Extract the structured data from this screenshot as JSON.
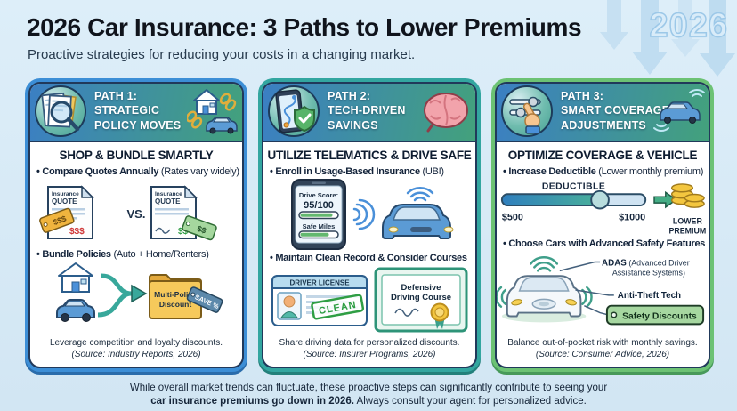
{
  "header": {
    "title": "2026 Car Insurance: 3 Paths to Lower Premiums",
    "subtitle": "Proactive strategies for reducing your costs in a changing market.",
    "watermark": "2026"
  },
  "colors": {
    "background": "#d8eaf6",
    "card1_border": "#3c8ed6",
    "card2_border": "#33a6a0",
    "card3_border": "#6cc274",
    "band_gradient_start": "#3b7fc3",
    "band_gradient_end": "#43a17c",
    "dark_outline": "#21395a"
  },
  "cards": [
    {
      "path_title": "PATH 1:\nSTRATEGIC\nPOLICY MOVES",
      "heading": "SHOP & BUNDLE SMARTLY",
      "bullets": [
        {
          "bold": "Compare Quotes Annually",
          "rest": " (Rates vary widely)"
        },
        {
          "bold": "Bundle Policies",
          "rest": " (Auto + Home/Renters)"
        }
      ],
      "caption": "Leverage competition and loyalty discounts.",
      "source": "(Source: Industry Reports, 2026)"
    },
    {
      "path_title": "PATH 2:\nTECH-DRIVEN\nSAVINGS",
      "heading": "UTILIZE TELEMATICS & DRIVE SAFE",
      "bullets": [
        {
          "bold": "Enroll in Usage-Based Insurance",
          "rest": " (UBI)"
        },
        {
          "bold": "Maintain Clean Record & Consider Courses",
          "rest": ""
        }
      ],
      "caption": "Share driving data for personalized discounts.",
      "source": "(Source: Insurer Programs, 2026)"
    },
    {
      "path_title": "PATH 3:\nSMART COVERAGE\nADJUSTMENTS",
      "heading": "OPTIMIZE COVERAGE & VEHICLE",
      "bullets": [
        {
          "bold": "Increase Deductible",
          "rest": " (Lower monthly premium)"
        },
        {
          "bold": "Choose Cars with Advanced Safety Features",
          "rest": ""
        }
      ],
      "caption": "Balance out-of-pocket risk with monthly savings.",
      "source": "(Source: Consumer Advice, 2026)"
    }
  ],
  "illus": {
    "quotes": {
      "label_line1": "Insurance",
      "label_line2": "QUOTE",
      "left_tag": "$$$",
      "left_price": "$$$",
      "vs": "VS.",
      "right_tag": "$$",
      "right_price": "$$"
    },
    "bundle": {
      "folder_line1": "Multi-Policy",
      "folder_line2": "Discount",
      "tag": "SAVE %"
    },
    "telematics": {
      "score_label": "Drive Score:",
      "score_value": "95/100",
      "miles_label": "Safe Miles"
    },
    "records": {
      "license_title": "DRIVER LICENSE",
      "stamp": "CLEAN",
      "course_line1": "Defensive",
      "course_line2": "Driving Course"
    },
    "deductible": {
      "label": "DEDUCTIBLE",
      "min": "$500",
      "max": "$1000",
      "result_line1": "LOWER",
      "result_line2": "PREMIUM"
    },
    "safety": {
      "adas_bold": "ADAS",
      "adas_rest": " (Advanced Driver",
      "adas_line2": "Assistance Systems)",
      "anti_theft": "Anti-Theft Tech",
      "tag": "Safety Discounts"
    }
  },
  "footer": {
    "line1": "While overall market trends can fluctuate, these proactive steps can significantly contribute to seeing your",
    "line2_bold": "car insurance premiums go down in 2026.",
    "line2_rest": " Always consult your agent for personalized advice."
  }
}
